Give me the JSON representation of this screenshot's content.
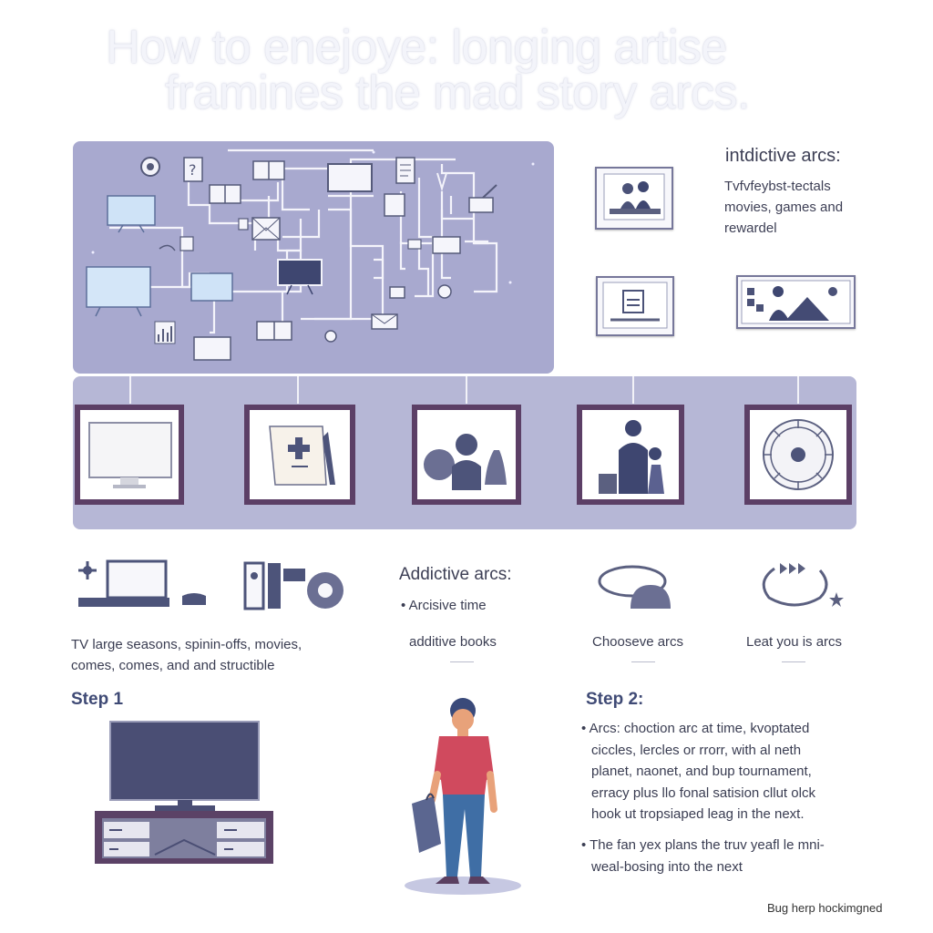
{
  "title": {
    "line1": "How to enejoye: longing artise",
    "line2": "framines the mad story arcs."
  },
  "right_panel": {
    "heading": "intdictive arcs:",
    "text_lines": [
      "Tvfvfeybst-tectals",
      "movies, games and",
      "rewardel"
    ]
  },
  "icons_row": {
    "left_caption_lines": [
      "TV large seasons, spinin-offs, movies,",
      "comes, comes, and and structible"
    ],
    "center_heading": "Addictive arcs:",
    "center_bullet": "• Arcisive time",
    "center_caption": "additive books",
    "right_caption_1": "Chooseve arcs",
    "right_caption_2": "Leat you is arcs"
  },
  "step1": {
    "label": "Step 1"
  },
  "step2": {
    "label": "Step 2:",
    "bullet1_lines": [
      "• Arcs: choction arc at time, kvoptated",
      "ciccles, lercles or rrorr, with al neth",
      "planet, naonet, and bup tournament,",
      "erracy plus llo fonal satision cllut olck",
      "hook ut tropsiaped leag in the next."
    ],
    "bullet2_lines": [
      "• The fan yex plans the truv yeafl le mni-",
      "weal-bosing into the next"
    ]
  },
  "footer": "Bug herp hockimgned",
  "colors": {
    "network_bg": "#a8a9cf",
    "band_bg": "#b6b7d6",
    "frame_border": "#5c3f66",
    "step_label": "#3f4a75"
  }
}
